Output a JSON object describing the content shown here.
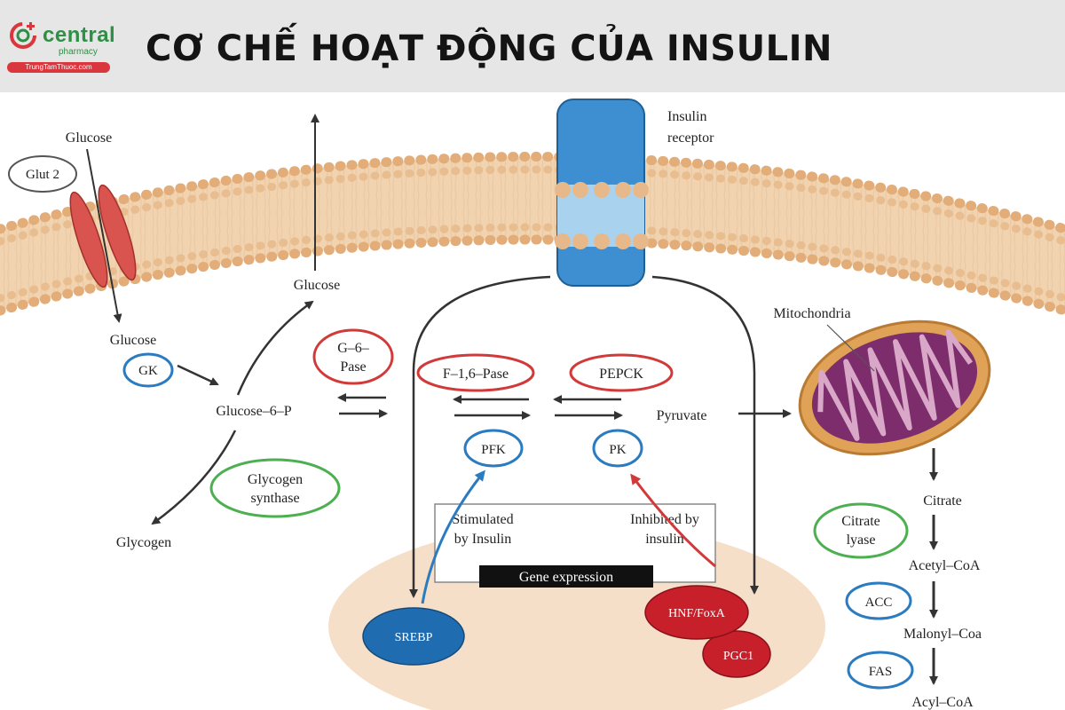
{
  "header": {
    "logo_name": "central",
    "logo_sub": "pharmacy",
    "logo_url": "TrungTamThuoc.com",
    "title": "CƠ CHẾ HOẠT ĐỘNG CỦA INSULIN"
  },
  "diagram": {
    "glut2": "Glut 2",
    "glucose_outside": "Glucose",
    "glucose_inside": "Glucose",
    "glucose_exit": "Glucose",
    "gk": "GK",
    "g6p": "Glucose–6–P",
    "g6pase_1": "G–6–",
    "g6pase_2": "Pase",
    "glycogen_synthase_1": "Glycogen",
    "glycogen_synthase_2": "synthase",
    "glycogen": "Glycogen",
    "f16pase": "F–1,6–Pase",
    "pepck": "PEPCK",
    "pfk": "PFK",
    "pk": "PK",
    "pyruvate": "Pyruvate",
    "insulin_receptor_1": "Insulin",
    "insulin_receptor_2": "receptor",
    "mitochondria": "Mitochondria",
    "stimulated_1": "Stimulated",
    "stimulated_2": "by Insulin",
    "inhibited_1": "Inhibited by",
    "inhibited_2": "insulin",
    "gene_expression": "Gene expression",
    "srebp": "SREBP",
    "hnf_foxa": "HNF/FoxA",
    "pgc1": "PGC1",
    "citrate": "Citrate",
    "citrate_lyase_1": "Citrate",
    "citrate_lyase_2": "lyase",
    "acetyl_coa": "Acetyl–CoA",
    "acc": "ACC",
    "malonyl_coa": "Malonyl–Coa",
    "fas": "FAS",
    "acyl_coa": "Acyl–CoA"
  },
  "colors": {
    "membrane": "#f2d3b0",
    "head": "#e7b98a",
    "nucleus": "#f6dfc9",
    "red": "#d23a3a",
    "blue": "#2b7bc0",
    "green": "#4caf50",
    "receptor": "#3d8fd1",
    "mito_outer": "#c98a3e",
    "mito_inner": "#7d2d6b"
  }
}
